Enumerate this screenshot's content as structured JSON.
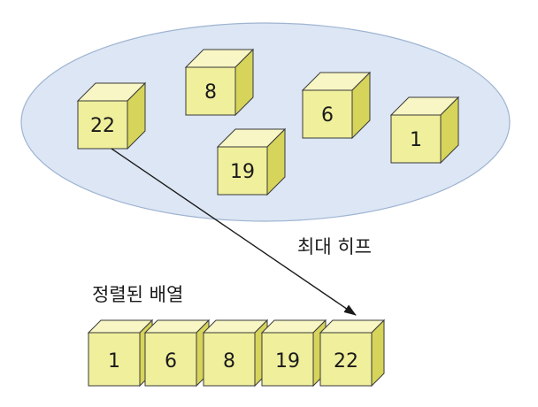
{
  "heap_label": "최대 히프",
  "sorted_label": "정렬된 배열",
  "heap_nodes": [
    "8",
    "22",
    "6",
    "1",
    "19"
  ],
  "sorted_array": [
    "1",
    "6",
    "8",
    "19",
    "22"
  ],
  "colors": {
    "heap_fill": "#dce6f4",
    "heap_stroke": "#9fb4d2",
    "cube_front": "#f0ef9c",
    "cube_top": "#f7f6c4",
    "cube_side": "#d6d45a",
    "arrow": "#1a1a1a"
  }
}
